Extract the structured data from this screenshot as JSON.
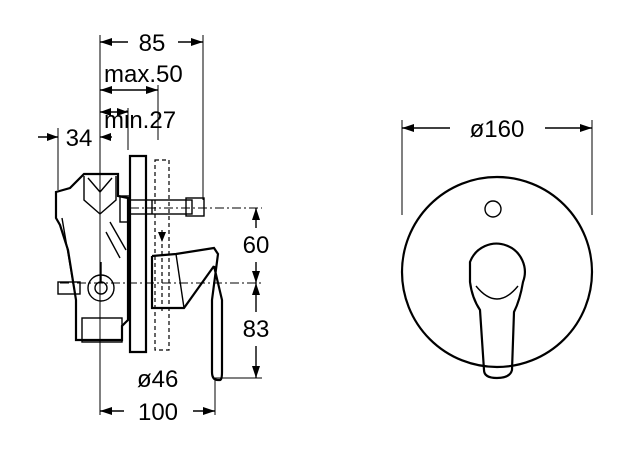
{
  "dimensions": {
    "overall_depth": "85",
    "max_depth": "max.50",
    "min_depth": "min.27",
    "rear_offset": "34",
    "upper_height": "60",
    "lower_height": "83",
    "spout_diameter": "ø46",
    "base_depth": "100",
    "plate_diameter": "ø160"
  },
  "views": [
    "side-section",
    "front-view"
  ],
  "colors": {
    "line": "#000000",
    "background": "#ffffff"
  }
}
